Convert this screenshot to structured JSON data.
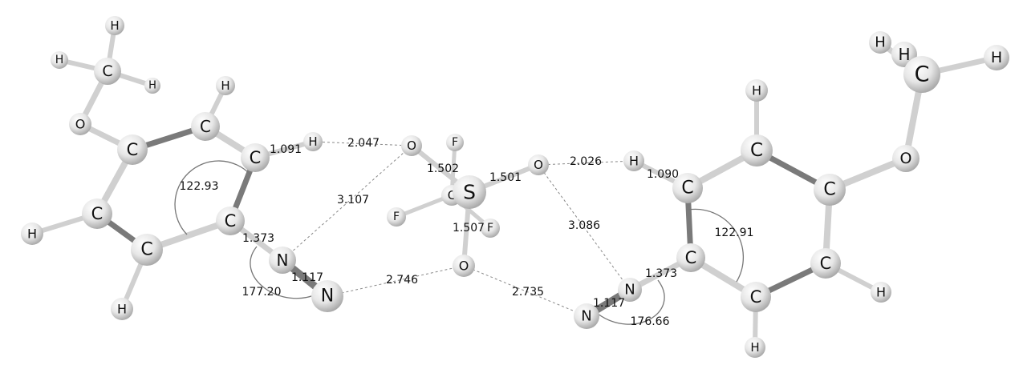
{
  "colors": {
    "atom_fill": "#f2f2f2",
    "atom_shade": "#b9b9b9",
    "bond": "#d0d0d0",
    "double_bond": "#6f6f6f",
    "hbond": "#888888",
    "label": "#111111"
  },
  "atoms": {
    "h_me_l1": "H",
    "h_me_l2": "H",
    "h_me_l3": "H",
    "c_me_l": "C",
    "o_l": "O",
    "c1_l": "C",
    "c2_l": "C",
    "h_c2_l": "H",
    "c3_l": "C",
    "c4_l": "C",
    "c5_l": "C",
    "c6_l": "C",
    "h_c5_l": "H",
    "h_c6_l": "H",
    "h_c3_l": "H",
    "n1_l": "N",
    "n2_l": "N",
    "o1": "O",
    "f1": "F",
    "s": "S",
    "c_cf3": "C",
    "f2": "F",
    "f3": "F",
    "o2": "O",
    "o3": "O",
    "h_me_r1": "H",
    "h_me_r2": "H",
    "h_me_r3": "H",
    "c_me_r": "C",
    "o_r": "O",
    "h_c2_r": "H",
    "c2_r": "C",
    "c1_r": "C",
    "h_c3_r": "H",
    "c3_r": "C",
    "c4_r": "C",
    "c5_r": "C",
    "h_c6_r": "H",
    "c6_r": "C",
    "h_c5_r": "H",
    "n1_r": "N",
    "n2_r": "N"
  },
  "measurements": {
    "d_h_o_left": "2.047",
    "d_ch_left": "1.091",
    "d_s_o1": "1.502",
    "d_s_o2": "1.501",
    "d_h_o_right": "2.026",
    "d_ch_right": "1.090",
    "d_n_o_left": "3.107",
    "d_n_o_right": "3.086",
    "d_s_c": "1.507",
    "d_cn_left": "1.373",
    "d_nn_left": "1.117",
    "d_n_o3_left": "2.746",
    "d_n_o3_right": "2.735",
    "d_cn_right": "1.373",
    "d_nn_right": "1.117",
    "ang_ring_left": "122.93",
    "ang_ring_right": "122.91",
    "ang_cnn_left": "177.20",
    "ang_cnn_right": "176.66"
  }
}
